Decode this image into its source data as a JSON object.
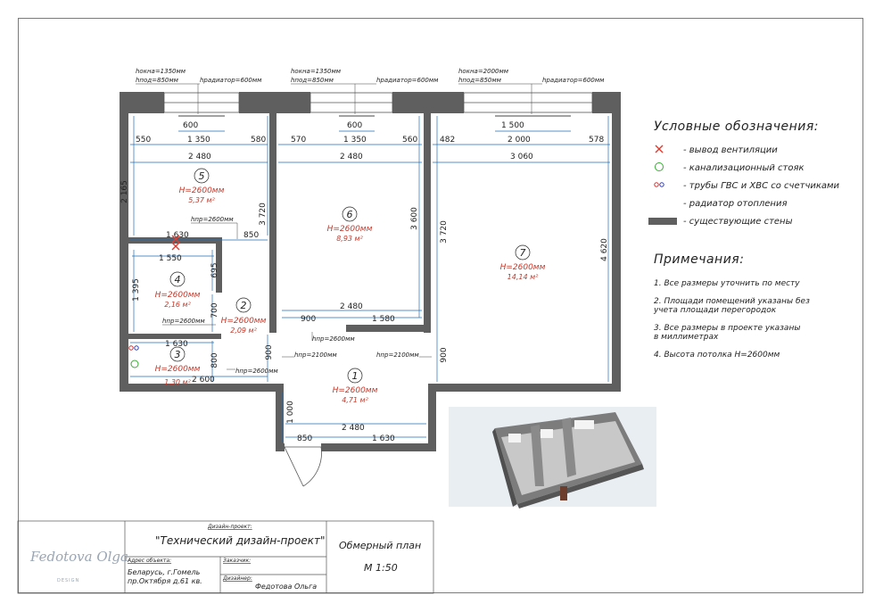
{
  "plan": {
    "windows": [
      {
        "h_okna": "hокна=1350мм",
        "h_pod": "hпод=850мм",
        "h_rad": "hрадиатор=600мм"
      },
      {
        "h_okna": "hокна=1350мм",
        "h_pod": "hпод=850мм",
        "h_rad": "hрадиатор=600мм"
      },
      {
        "h_okna": "hокна=2000мм",
        "h_pod": "hпод=850мм",
        "h_rad": "hрадиатор=600мм"
      }
    ],
    "dims": {
      "r5_rad": "600",
      "r5_550": "550",
      "r5_1350": "1 350",
      "r5_580": "580",
      "r5_2480": "2 480",
      "r5_2165": "2 165",
      "r5_3720": "3 720",
      "r5_1630": "1 630",
      "r5_850": "850",
      "r6_rad": "600",
      "r6_570": "570",
      "r6_1350": "1 350",
      "r6_560": "560",
      "r6_2480": "2 480",
      "r6_3600": "3 600",
      "r6_900": "900",
      "r6_2480b": "2 480",
      "r6_1580": "1 580",
      "r7_rad": "1 500",
      "r7_482": "482",
      "r7_2000": "2 000",
      "r7_578": "578",
      "r7_3060": "3 060",
      "r7_3720": "3 720",
      "r7_4620": "4 620",
      "r7_900": "900",
      "r4_1550": "1 550",
      "r4_1395": "1 395",
      "r4_695": "695",
      "r2_700": "700",
      "r3_1630": "1 630",
      "r3_800": "800",
      "r3_2600": "2 600",
      "r3_900": "900",
      "r1_1000": "1 000",
      "r1_2480": "2 480",
      "r1_850": "850",
      "r1_1630": "1 630"
    },
    "heights": {
      "h_pr1": "hпр=2600мм",
      "h_pr2": "hпр=2600мм",
      "h_pr3": "hпр=2600мм",
      "h_pr4": "hпр=2600мм",
      "h_pr5": "hпр=2100мм",
      "h_pr6": "hпр=2100мм"
    },
    "rooms": [
      {
        "num": "5",
        "height": "H=2600мм",
        "area": "5,37 м²"
      },
      {
        "num": "6",
        "height": "H=2600мм",
        "area": "8,93 м²"
      },
      {
        "num": "7",
        "height": "H=2600мм",
        "area": "14,14 м²"
      },
      {
        "num": "4",
        "height": "H=2600мм",
        "area": "2,16 м²"
      },
      {
        "num": "2",
        "height": "H=2600мм",
        "area": "2,09 м²"
      },
      {
        "num": "3",
        "height": "H=2600мм",
        "area": "1,30 м²"
      },
      {
        "num": "1",
        "height": "H=2600мм",
        "area": "4,71 м²"
      }
    ]
  },
  "legend": {
    "title": "Условные обозначения:",
    "items": [
      {
        "icon": "cross-icon",
        "label": "- вывод вентиляции"
      },
      {
        "icon": "circle-icon",
        "label": "- канализационный стояк"
      },
      {
        "icon": "pipes-icon",
        "label": "- трубы ГВС и ХВС со счетчиками"
      },
      {
        "icon": "radiator-icon",
        "label": "- радиатор отопления"
      },
      {
        "icon": "wall-icon",
        "label": "- существующие стены"
      }
    ],
    "colors": {
      "cross": "#e03c31",
      "circle": "#3aaa35",
      "hot": "#d0312d",
      "cold": "#2f3fb5",
      "wall": "#5f5f5f"
    }
  },
  "notes": {
    "title": "Примечания:",
    "items": [
      {
        "line1": "1. Все размеры уточнить по месту",
        "line2": ""
      },
      {
        "line1": "2. Площади помещений указаны без",
        "line2": "учета площади перегородок"
      },
      {
        "line1": "3. Все размеры в проекте указаны",
        "line2": "в миллиметрах"
      },
      {
        "line1": "4. Высота потолка H=2600мм",
        "line2": ""
      }
    ]
  },
  "titleblock": {
    "logo_text": "Fedotova Olga",
    "logo_sub": "DESIGN",
    "project_label": "Дизайн-проект:",
    "project": "\"Технический дизайн-проект\"",
    "address_label": "Адрес объекта:",
    "address1": "Беларусь, г.Гомель",
    "address2": "пр.Октября д.61 кв.",
    "client_label": "Заказчик:",
    "designer_label": "Дизайнер:",
    "designer": "Федотова Ольга",
    "sheet": "Обмерный план",
    "scale": "М 1:50"
  }
}
